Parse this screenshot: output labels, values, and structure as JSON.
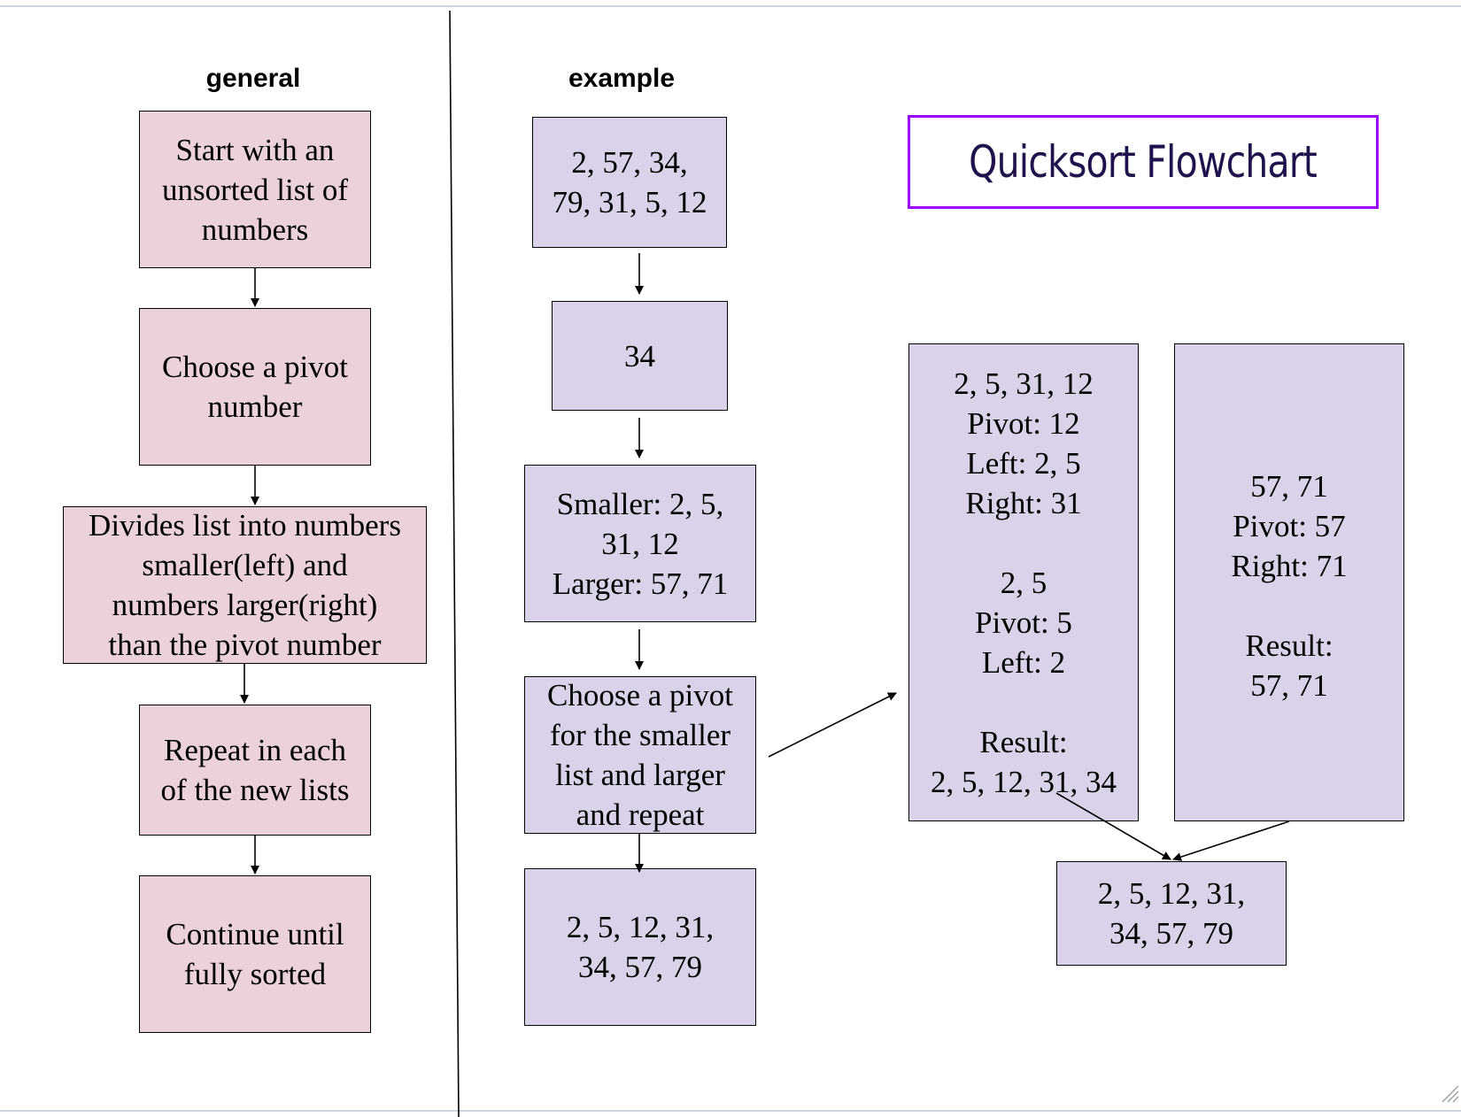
{
  "headings": {
    "general": "general",
    "example": "example"
  },
  "title": "Quicksort Flowchart",
  "general_steps": [
    "Start with an\nunsorted list of\nnumbers",
    "Choose a pivot\nnumber",
    "Divides list into numbers\nsmaller(left) and\nnumbers larger(right)\nthan the pivot number",
    "Repeat in each\nof the new lists",
    "Continue until\nfully sorted"
  ],
  "example_steps": [
    "2, 57, 34,\n79, 31, 5, 12",
    "34",
    "Smaller: 2, 5,\n31, 12\nLarger: 57, 71",
    "Choose a pivot\nfor the smaller\nlist and larger\nand repeat",
    "2, 5, 12, 31,\n34, 57, 79"
  ],
  "smaller_detail": "2, 5, 31, 12\nPivot: 12\nLeft: 2, 5\nRight: 31\n\n2, 5\nPivot: 5\nLeft: 2\n\nResult:\n2, 5, 12, 31, 34",
  "larger_detail": "57, 71\nPivot: 57\nRight: 71\n\nResult:\n57, 71",
  "final_result": "2, 5, 12, 31,\n34, 57, 79",
  "colors": {
    "general_fill": "#ead1dc",
    "example_fill": "#d9d2e9",
    "title_border": "#9900ff",
    "title_text": "#20124d"
  }
}
